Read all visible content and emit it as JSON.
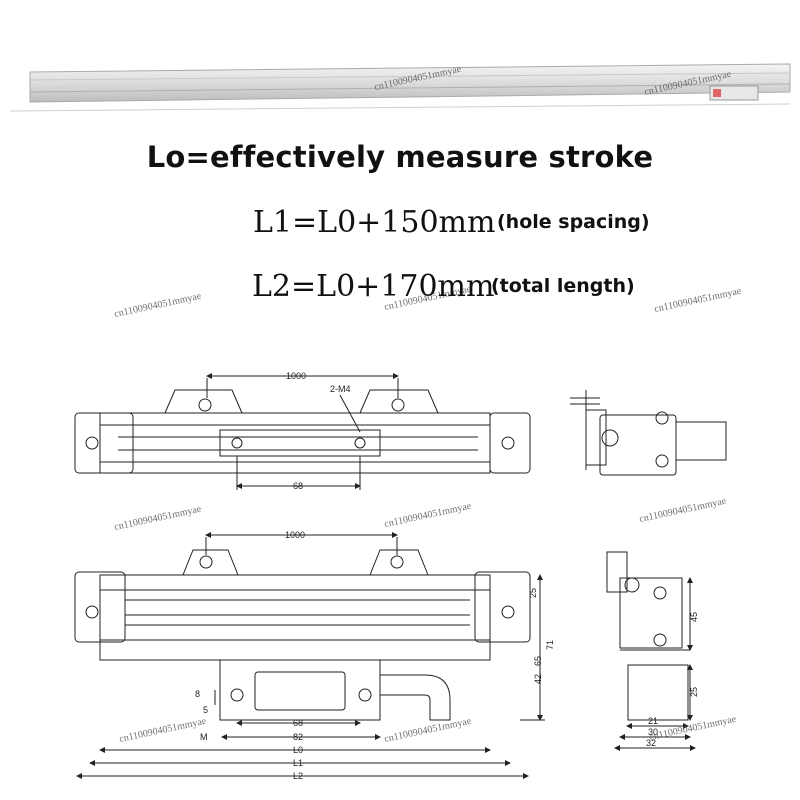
{
  "heading": "Lo=effectively measure stroke",
  "formulas": [
    {
      "expr": "L1=L0+150mm",
      "note": "(hole spacing)"
    },
    {
      "expr": "L2=L0+170mm",
      "note": "(total length)"
    }
  ],
  "watermark": "cn1100904051mmyae",
  "top_view": {
    "dim_spacing": "1000",
    "dim_thread": "2-M4",
    "dim_width": "68"
  },
  "front_view": {
    "dim_spacing": "1000",
    "dim_68": "68",
    "dim_82": "82",
    "dim_L0": "L0",
    "dim_L1": "L1",
    "dim_L2": "L2",
    "dim_8": "8",
    "dim_5": "5",
    "dim_M": "M",
    "dim_25_top": "25",
    "dim_42": "42",
    "dim_65": "65",
    "dim_71": "71"
  },
  "side_view": {
    "dim_45": "45",
    "dim_25": "25",
    "dim_21": "21",
    "dim_30": "30",
    "dim_32": "32"
  }
}
